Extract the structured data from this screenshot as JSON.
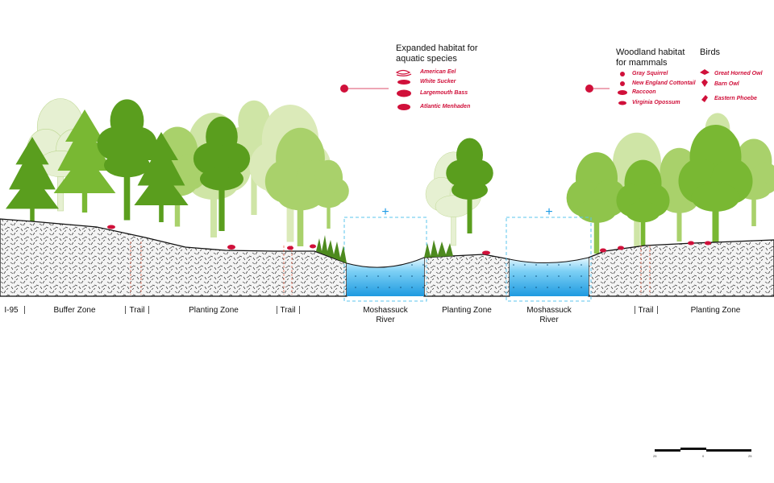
{
  "legend": {
    "aquatic": {
      "title_line1": "Expanded habitat for",
      "title_line2": "aquatic species",
      "items": [
        "American Eel",
        "White Sucker",
        "Largemouth Bass",
        "Atlantic Menhaden"
      ]
    },
    "mammals": {
      "title_line1": "Woodland habitat",
      "title_line2": "for mammals",
      "items": [
        "Gray Squirrel",
        "New England Cottontail",
        "Raccoon",
        "Virginia Opossum"
      ]
    },
    "birds": {
      "title": "Birds",
      "items": [
        "Great Horned Owl",
        "Barn Owl",
        "Eastern Phoebe"
      ]
    }
  },
  "zones": [
    {
      "label": "I-95"
    },
    {
      "label": "Buffer Zone"
    },
    {
      "label": "Trail"
    },
    {
      "label": "Planting Zone"
    },
    {
      "label": "Trail"
    },
    {
      "label": "Moshassuck\nRiver"
    },
    {
      "label": "Planting Zone"
    },
    {
      "label": "Moshassuck\nRiver"
    },
    {
      "label": "Trail"
    },
    {
      "label": "Planting Zone"
    }
  ],
  "expansion_marker": "+",
  "scale_bar": {
    "labels": [
      "25",
      "0",
      "25"
    ]
  },
  "colors": {
    "accent": "#d0103a",
    "water": "#29a3e0",
    "water_dashed": "#5bc4ee",
    "tree_dark": "#5a9e1e",
    "tree_mid": "#79b833",
    "tree_light": "#a9d16b",
    "tree_pale": "#cfe5a6"
  }
}
